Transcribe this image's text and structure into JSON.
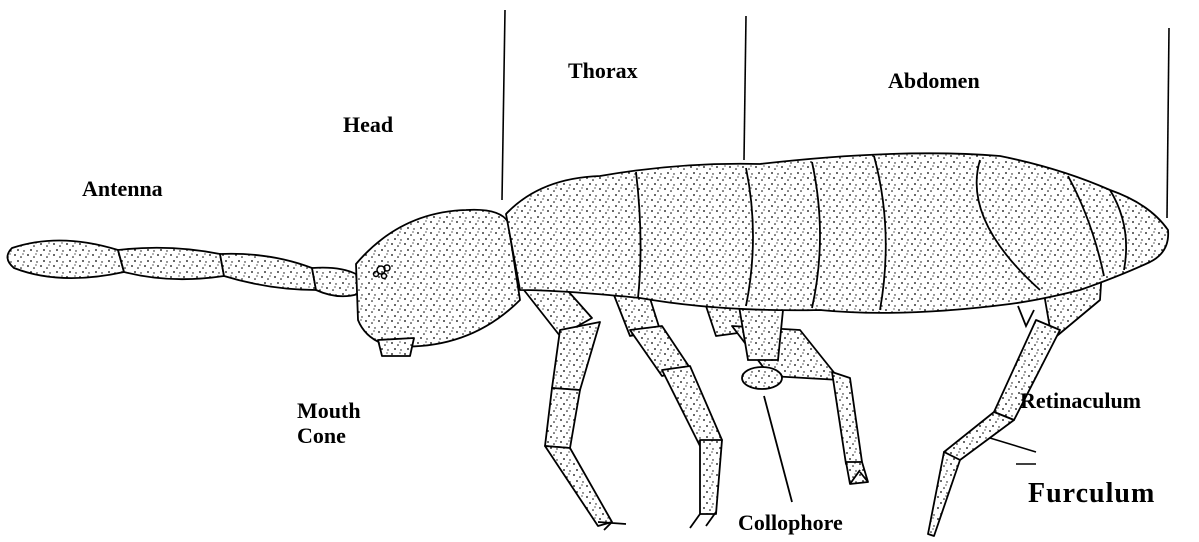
{
  "labels": {
    "head": "Head",
    "thorax": "Thorax",
    "abdomen": "Abdomen",
    "antenna": "Antenna",
    "mouth_cone_line1": "Mouth",
    "mouth_cone_line2": "Cone",
    "retinaculum": "Retinaculum",
    "furculum": "Furculum",
    "collophore": "Collophore"
  },
  "colors": {
    "ink": "#000000",
    "paper": "#ffffff"
  }
}
